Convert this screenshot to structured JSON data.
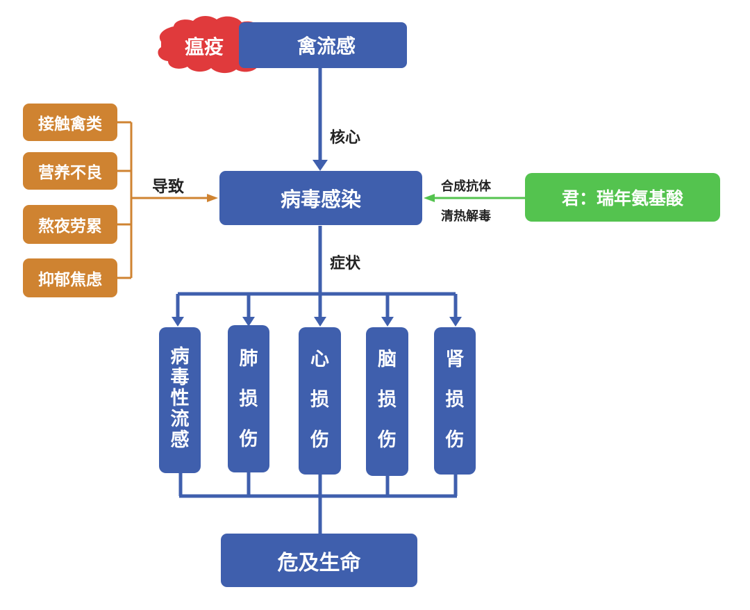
{
  "colors": {
    "blue_box": "#3f5fad",
    "blue_line": "#3f5fad",
    "orange_box": "#cf8331",
    "orange_line": "#cf8331",
    "green_box": "#54c34f",
    "green_line": "#54c34f",
    "red_stamp": "#e03a3c"
  },
  "top": {
    "stamp": "瘟疫",
    "title": "禽流感"
  },
  "edge_core": "核心",
  "causes": [
    "接触禽类",
    "营养不良",
    "熬夜劳累",
    "抑郁焦虑"
  ],
  "edge_lead": "导致",
  "center": "病毒感染",
  "treatment": {
    "box": "君：瑞年氨基酸",
    "edge_top": "合成抗体",
    "edge_bottom": "清热解毒"
  },
  "edge_symptom": "症状",
  "symptoms": [
    "病毒性流感",
    "肺损伤",
    "心损伤",
    "脑损伤",
    "肾损伤"
  ],
  "result": "危及生命"
}
